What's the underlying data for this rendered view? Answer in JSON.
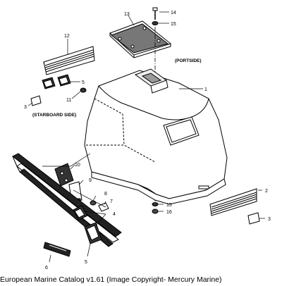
{
  "diagram": {
    "callouts": [
      "1",
      "2",
      "3",
      "3",
      "4",
      "5",
      "5",
      "6",
      "7",
      "8",
      "9",
      "10",
      "11",
      "12",
      "13",
      "14",
      "15",
      "15",
      "16"
    ],
    "labels": {
      "portside": "(PORTSIDE)",
      "starboard": "(STARBOARD SIDE)"
    }
  },
  "caption": "European Marine Catalog v1.61 (Image Copyright- Mercury Marine)"
}
